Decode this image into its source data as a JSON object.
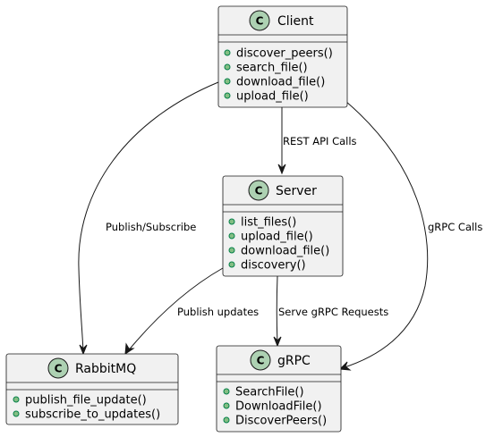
{
  "diagram": {
    "type": "uml-class-diagram",
    "colors": {
      "class_fill": "#f1f1f1",
      "border": "#181818",
      "class_badge": "#ADD1B2",
      "visibility_dot_fill": "#84BE84",
      "visibility_dot_stroke": "#038048"
    },
    "classes": {
      "client": {
        "badge": "C",
        "name": "Client",
        "methods": [
          "discover_peers()",
          "search_file()",
          "download_file()",
          "upload_file()"
        ]
      },
      "server": {
        "badge": "C",
        "name": "Server",
        "methods": [
          "list_files()",
          "upload_file()",
          "download_file()",
          "discovery()"
        ]
      },
      "rabbitmq": {
        "badge": "C",
        "name": "RabbitMQ",
        "methods": [
          "publish_file_update()",
          "subscribe_to_updates()"
        ]
      },
      "grpc": {
        "badge": "C",
        "name": "gRPC",
        "methods": [
          "SearchFile()",
          "DownloadFile()",
          "DiscoverPeers()"
        ]
      }
    },
    "relations": {
      "client_server": {
        "from": "Client",
        "to": "Server",
        "label": "REST API Calls"
      },
      "client_rabbitmq": {
        "from": "Client",
        "to": "RabbitMQ",
        "label": "Publish/Subscribe"
      },
      "client_grpc": {
        "from": "Client",
        "to": "gRPC",
        "label": "gRPC Calls"
      },
      "server_rabbitmq": {
        "from": "Server",
        "to": "RabbitMQ",
        "label": "Publish updates"
      },
      "server_grpc": {
        "from": "Server",
        "to": "gRPC",
        "label": "Serve gRPC Requests"
      }
    }
  }
}
